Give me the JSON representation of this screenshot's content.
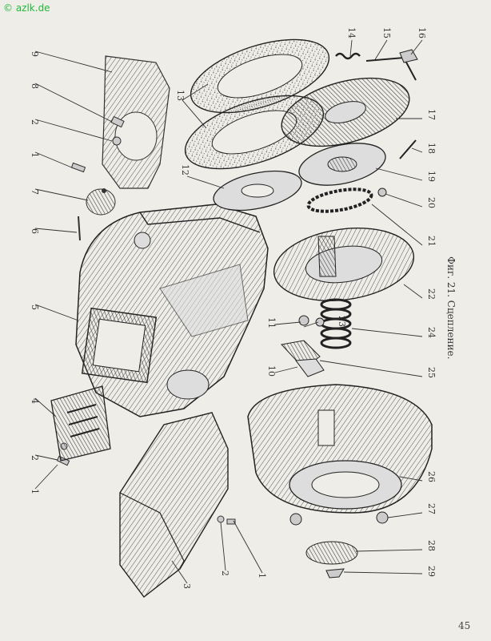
{
  "watermark": "© azlk.de",
  "page_number": "45",
  "caption": "Фиг. 21. Сцепление.",
  "callouts": [
    "1",
    "2",
    "3",
    "4",
    "5",
    "6",
    "7",
    "8",
    "9",
    "10",
    "11",
    "12",
    "13",
    "14",
    "15",
    "16",
    "17",
    "18",
    "19",
    "20",
    "21",
    "22",
    "23",
    "24",
    "25",
    "26",
    "27",
    "28",
    "29"
  ]
}
